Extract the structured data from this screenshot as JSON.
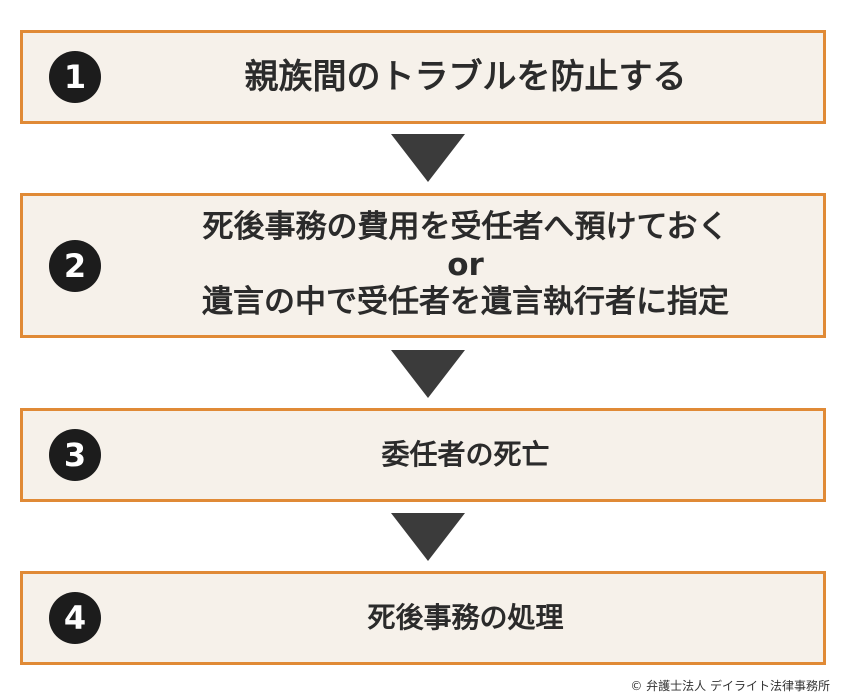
{
  "steps": [
    {
      "number": "1",
      "text": "親族間のトラブルを防止する"
    },
    {
      "number": "2",
      "line1": "死後事務の費用を受任者へ預けておく",
      "connector": "or",
      "line2": "遺言の中で受任者を遺言執行者に指定"
    },
    {
      "number": "3",
      "text": "委任者の死亡"
    },
    {
      "number": "4",
      "text": "死後事務の処理"
    }
  ],
  "credit": "© 弁護士法人 デイライト法律事務所",
  "colors": {
    "box_fill": "#f6f1ea",
    "box_border": "#e08a36",
    "number_circle": "#1c1c1c",
    "arrow": "#3b3b3b",
    "text": "#2b2b2b"
  }
}
